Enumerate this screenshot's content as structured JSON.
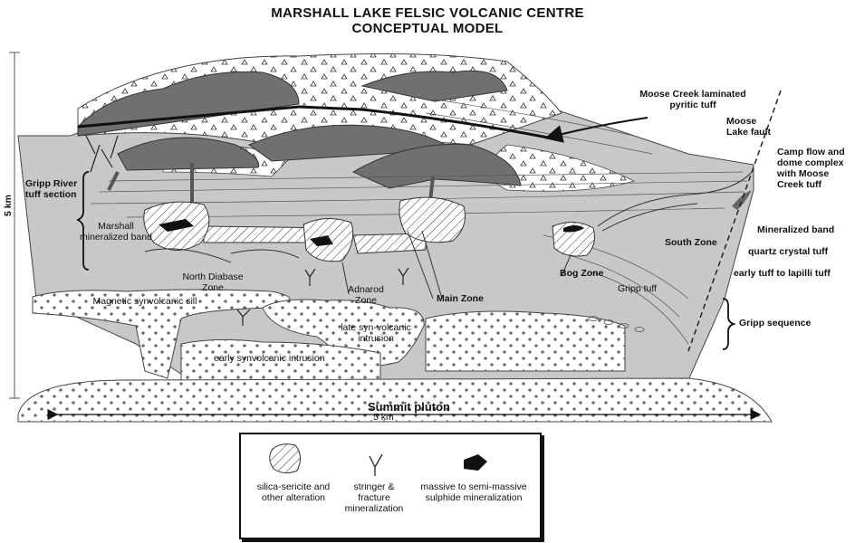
{
  "title": {
    "line1": "MARSHALL LAKE FELSIC VOLCANIC CENTRE",
    "line2": "CONCEPTUAL MODEL"
  },
  "scale": {
    "vertical": "5 km",
    "horizontal": "5 km"
  },
  "labels": {
    "moose_creek_tuff": "Moose Creek laminated pyritic tuff",
    "moose_lake_fault": "Moose Lake fault",
    "camp_flow": "Camp flow and dome complex with Moose Creek tuff",
    "mineralized_band": "Mineralized band",
    "quartz_crystal_tuff": "quartz crystal tuff",
    "early_tuff": "early tuff to lapilli tuff",
    "gripp_sequence": "Gripp sequence",
    "gripp_river": "Gripp River tuff section",
    "marshall_band": "Marshall mineralized band",
    "north_diabase": "North Diabase Zone",
    "adnarod": "Adnarod Zone",
    "main_zone": "Main Zone",
    "bog_zone": "Bog Zone",
    "south_zone": "South Zone",
    "gripp_tuff": "Gripp tuff",
    "magnetic_sill": "Magnetic synvolcanic sill",
    "late_intrusion": "late syn-volcanic intrusion",
    "early_intrusion": "early synvolcanic intrusion",
    "summit_pluton": "Summit pluton"
  },
  "legend": {
    "alteration": "silica-sericite and other alteration",
    "stringer": "stringer & fracture mineralization",
    "massive": "massive to semi-massive sulphide mineralization"
  },
  "colors": {
    "volcanic_gray": "#c8c8c8",
    "flow_dark": "#707070",
    "ink": "#111111"
  }
}
